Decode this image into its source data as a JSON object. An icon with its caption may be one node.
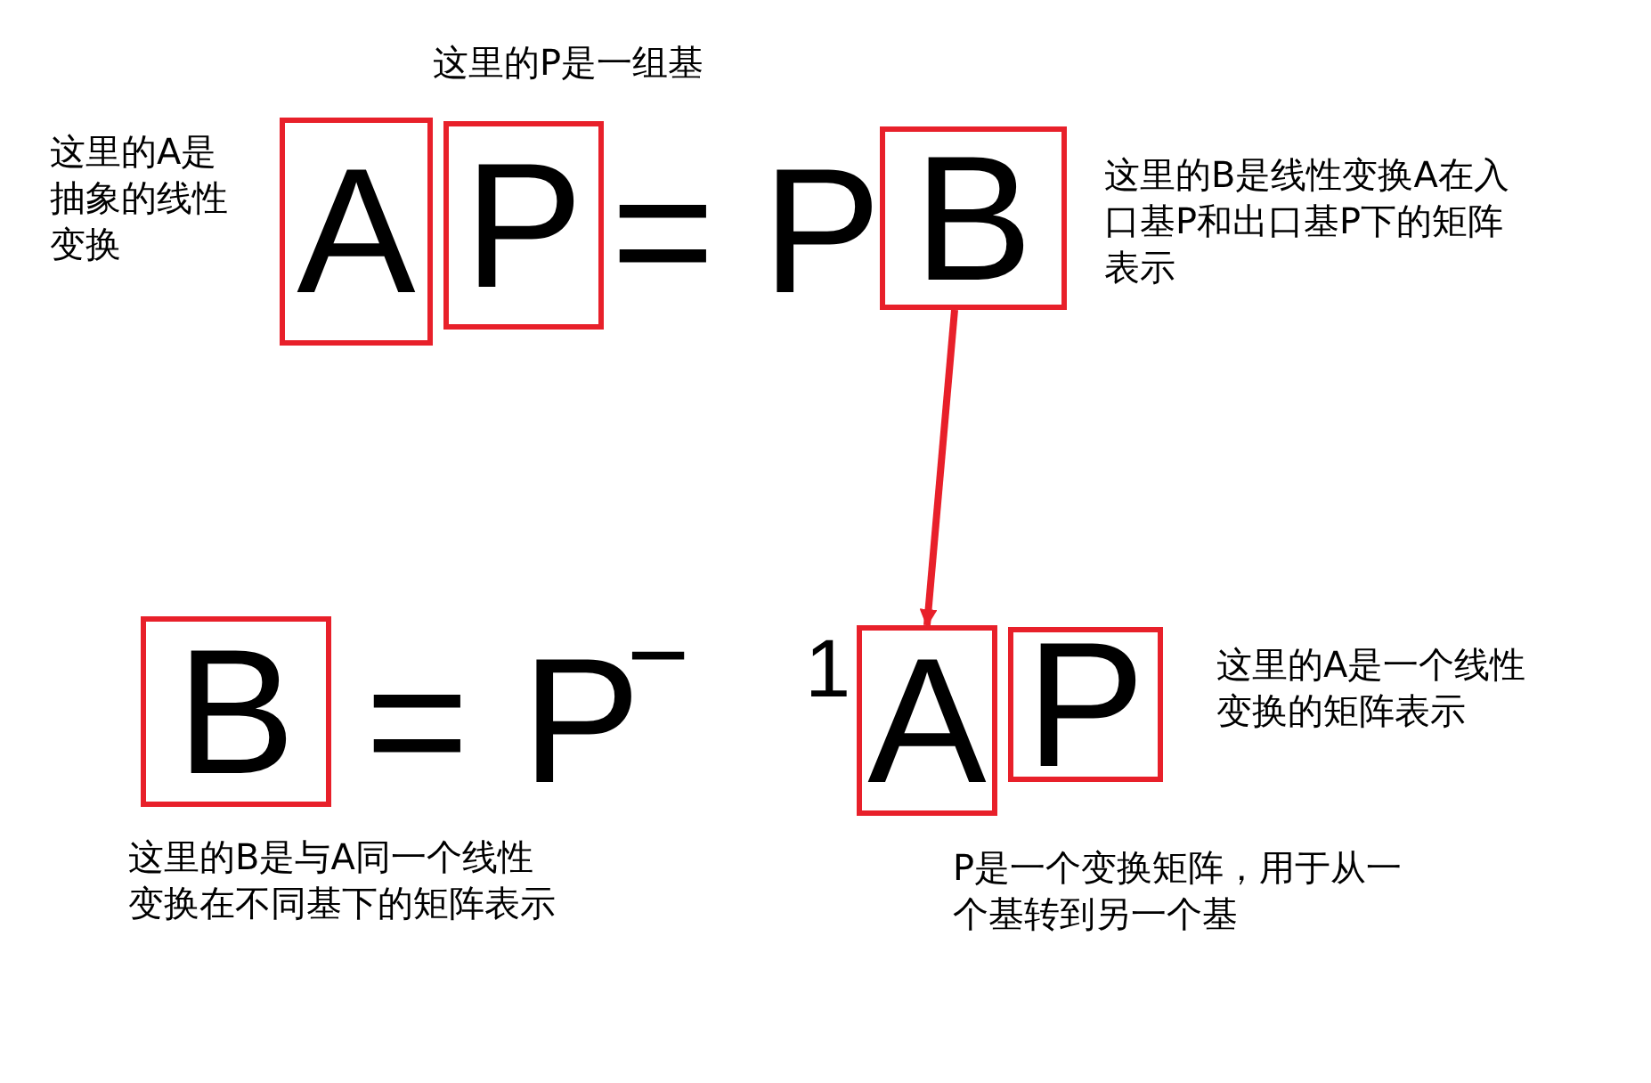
{
  "diagram": {
    "nodes": [
      {
        "text": [
          "A"
        ],
        "beside": [
          "这里的A是抽象的线性变换"
        ]
      },
      {
        "text": [
          "P"
        ],
        "beside": [
          "这里的P是一组基"
        ]
      },
      {
        "text": [
          "B"
        ],
        "beside": [
          "这里的B是线性变换A在入口基P和出口基P下的矩阵表示"
        ]
      },
      {
        "text": [
          "B"
        ],
        "beside": [
          "这里的B是与A同一个线性变换在不同基下的矩阵表示"
        ]
      },
      {
        "text": [
          "A"
        ]
      },
      {
        "text": [
          "P"
        ]
      }
    ],
    "edges": [
      {
        "from": 2,
        "to": 4,
        "arrow": "to"
      }
    ],
    "labels": [
      "=",
      "P",
      "=",
      "P",
      "−",
      "1",
      "这里的A是一个线性变换的矩阵表示",
      "P是一个变换矩阵，用于从一个基转到另一个基"
    ]
  }
}
